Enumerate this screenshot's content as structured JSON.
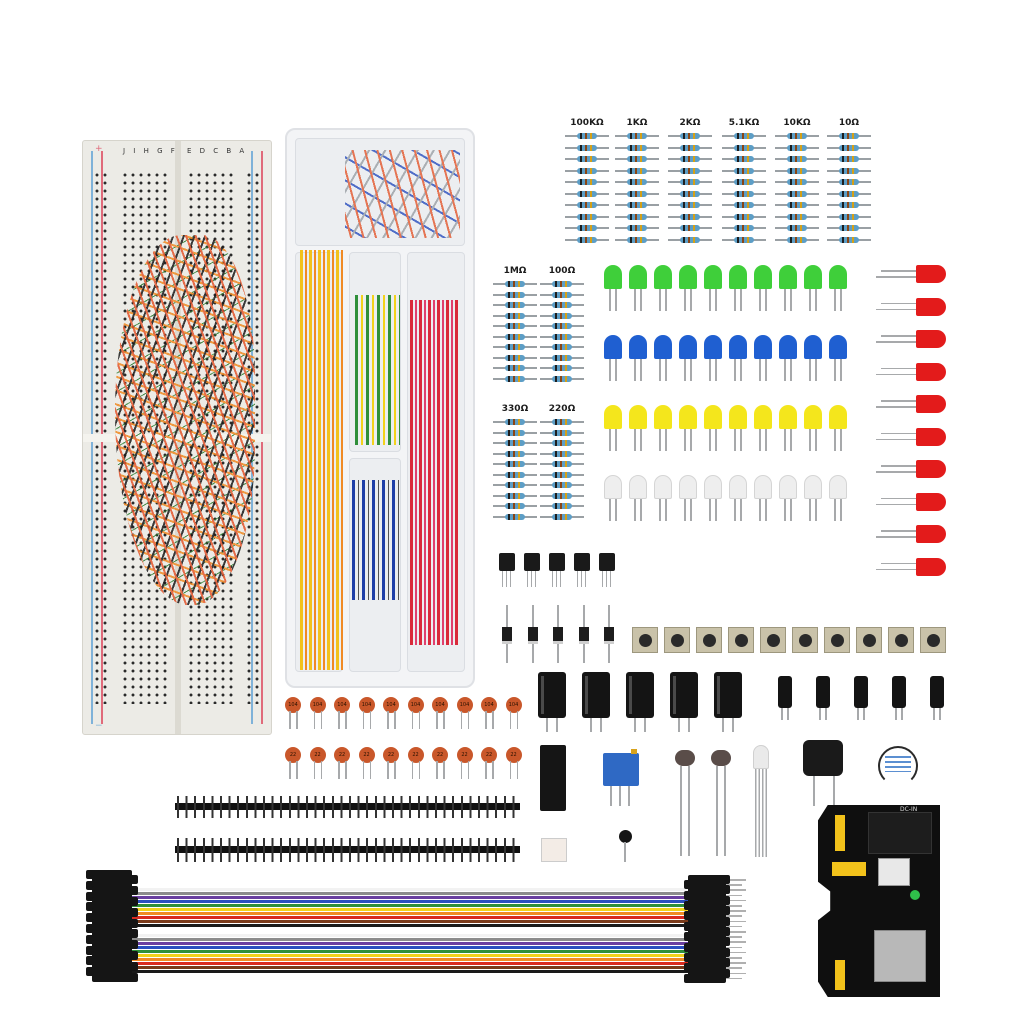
{
  "image": {
    "subject": "Electronics starter component kit",
    "background_color": "#ffffff"
  },
  "breadboard": {
    "label_top_left": "J I H G F",
    "label_top_right": "E D C B A",
    "rail_plus": "+",
    "rail_minus": "−",
    "rail_colors": {
      "red": "#e06a7a",
      "blue": "#7fb2d9"
    }
  },
  "resistors": {
    "top_row": [
      {
        "label": "100KΩ"
      },
      {
        "label": "1KΩ"
      },
      {
        "label": "2KΩ"
      },
      {
        "label": "5.1KΩ"
      },
      {
        "label": "10KΩ"
      },
      {
        "label": "10Ω"
      }
    ],
    "middle_row": [
      {
        "label": "1MΩ"
      },
      {
        "label": "100Ω"
      }
    ],
    "bottom_row": [
      {
        "label": "330Ω"
      },
      {
        "label": "220Ω"
      }
    ],
    "per_group": 10
  },
  "leds": {
    "rows": [
      {
        "color": "green",
        "hex": "#3fcf3a",
        "count": 10
      },
      {
        "color": "blue",
        "hex": "#1f5fd1",
        "count": 10
      },
      {
        "color": "yellow",
        "hex": "#f4e61c",
        "count": 10
      },
      {
        "color": "white",
        "hex": "#eeeeee",
        "count": 10
      }
    ],
    "red_column": {
      "color": "red",
      "hex": "#e31b1b",
      "count": 10
    }
  },
  "ceramic_capacitors": {
    "row1_marking": "104",
    "row2_marking": "22",
    "per_row": 10,
    "color": "#c9572a"
  },
  "electrolytic_capacitors": {
    "large_count": 5,
    "small_count": 5
  },
  "transistors": {
    "count": 5
  },
  "diodes": {
    "count": 5
  },
  "push_buttons": {
    "count": 10
  },
  "pin_headers": {
    "count": 2,
    "pins_per_row": 40
  },
  "ribbon_cable": {
    "colors": [
      "#f2f2f2",
      "#8c8c8c",
      "#6a3fa0",
      "#2a4fbf",
      "#2f8f3a",
      "#f2d21b",
      "#f08a24",
      "#d92a1f",
      "#7a3a1a",
      "#1a1a1a"
    ]
  },
  "other_parts": {
    "ic_chip": "14-pin DIP IC",
    "potentiometer": "Blue trimmer potentiometer",
    "photoresistors": 2,
    "rgb_led": "RGB LED",
    "thermistor": "NTC thermistor",
    "optocoupler": "DIP optocoupler",
    "active_buzzer": "Active buzzer",
    "passive_buzzer": "Passive buzzer",
    "power_module": {
      "label": "DC-IN",
      "led_color": "#2fbf4a"
    }
  }
}
